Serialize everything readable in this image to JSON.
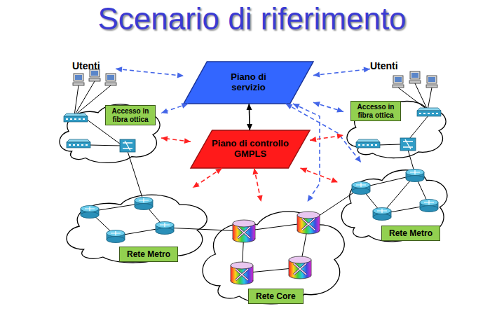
{
  "diagram": {
    "title": "Scenario di riferimento",
    "nodes": [
      {
        "text": [
          "Utenti"
        ]
      },
      {
        "text": [
          "Piano di servizio"
        ]
      },
      {
        "text": [
          "Utenti"
        ]
      },
      {
        "text": [
          "Accesso in fibra ottica"
        ]
      },
      {
        "text": [
          "Piano di controllo GMPLS"
        ]
      },
      {
        "text": [
          "Accesso in fibra ottica"
        ]
      },
      {
        "text": [
          "Rete Metro"
        ]
      },
      {
        "text": [
          "Rete Metro"
        ]
      },
      {
        "text": [
          "Rete Core"
        ]
      }
    ],
    "edges": [
      {
        "from": 0,
        "to": 1,
        "arrow": "both"
      },
      {
        "from": 1,
        "to": 2,
        "arrow": "both"
      },
      {
        "from": 1,
        "to": 4,
        "arrow": "both"
      },
      {
        "from": 1,
        "to": 3,
        "arrow": "both"
      },
      {
        "from": 1,
        "to": 5,
        "arrow": "both"
      },
      {
        "from": 1,
        "to": 8,
        "arrow": "both"
      },
      {
        "from": 1,
        "to": 7,
        "arrow": "both"
      },
      {
        "from": 4,
        "to": 3,
        "arrow": "both"
      },
      {
        "from": 4,
        "to": 5,
        "arrow": "both"
      },
      {
        "from": 4,
        "to": 6,
        "arrow": "both"
      },
      {
        "from": 4,
        "to": 8,
        "arrow": "both"
      },
      {
        "from": 4,
        "to": 7,
        "arrow": "both"
      }
    ]
  }
}
